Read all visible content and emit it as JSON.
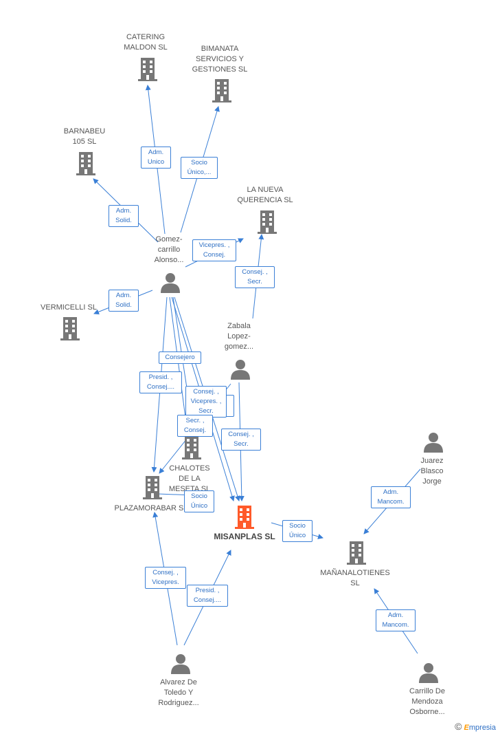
{
  "colors": {
    "edge": "#3a7fd6",
    "node_icon": "#777777",
    "main_icon": "#ff5a2a"
  },
  "companies": {
    "catering": "CATERING\nMALDON SL",
    "bimanata": "BIMANATA\nSERVICIOS Y\nGESTIONES  SL",
    "barnabeu": "BARNABEU\n105 SL",
    "la_nueva": "LA NUEVA\nQUERENCIA SL",
    "vermicelli": "VERMICELLI SL",
    "chalotes": "CHALOTES\nDE LA\nMESETA SL",
    "plazamorabar": "PLAZAMORABAR SL",
    "misanplas": "MISANPLAS SL",
    "mananalotienes": "MAÑANALOTIENES\nSL"
  },
  "people": {
    "gomez": "Gomez-\ncarrillo\nAlonso...",
    "zabala": "Zabala\nLopez-\ngomez...",
    "juarez": "Juarez\nBlasco\nJorge",
    "alvarez": "Alvarez De\nToledo Y\nRodriguez...",
    "carrillo": "Carrillo De\nMendoza\nOsborne..."
  },
  "relations": {
    "adm_unico": "Adm.\nUnico",
    "socio_unico_1": "Socio\nÚnico,...",
    "adm_solid_1": "Adm.\nSolid.",
    "vicepres_consej": "Vicepres. ,\nConsej.",
    "consej_secr_1": "Consej. ,\nSecr.",
    "adm_solid_2": "Adm.\nSolid.",
    "consejero": "Consejero",
    "presid_consej_1": "Presid. ,\nConsej....",
    "consej_secr_2": "Consej. ,\nSecr.",
    "consej_vicepres_1": "Consej. ,\nVicepres. ,\nSecr.",
    "secr_consej": "Secr. ,\nConsej.",
    "consej_secr_3": "Consej. ,\nSecr.",
    "socio_unico_2": "Socio\nÚnico",
    "socio_unico_3": "Socio\nÚnico",
    "adm_mancom_1": "Adm.\nMancom.",
    "consej_vicepres_2": "Consej. ,\nVicepres.",
    "presid_consej_2": "Presid. ,\nConsej....",
    "adm_mancom_2": "Adm.\nMancom."
  },
  "footer": {
    "copyright": "©",
    "brand_e": "E",
    "brand_rest": "mpresia"
  }
}
